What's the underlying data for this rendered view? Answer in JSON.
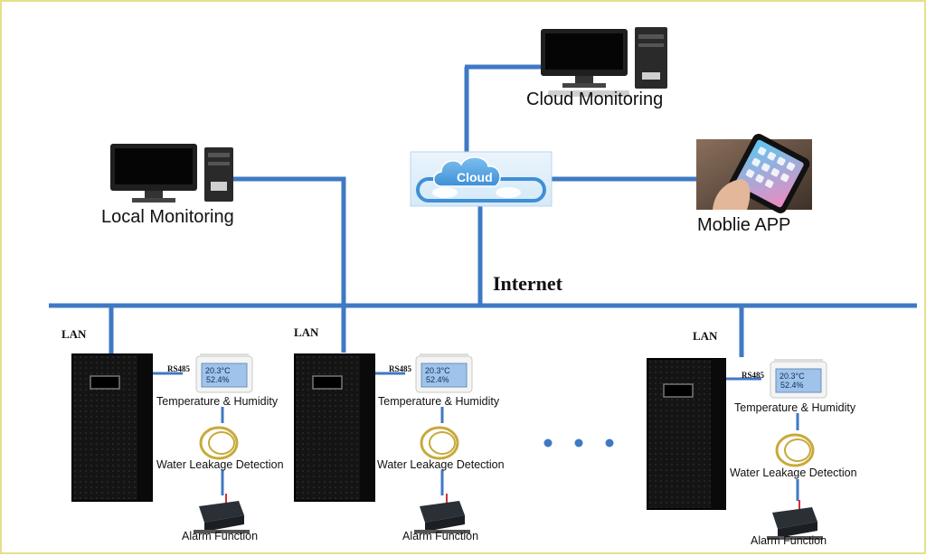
{
  "nodes": {
    "cloud_monitoring": "Cloud Monitoring",
    "local_monitoring": "Local Monitoring",
    "mobile_app": "Moblie APP",
    "cloud": "Cloud",
    "internet": "Internet"
  },
  "sites": [
    {
      "lan": "LAN",
      "rs485": "RS485",
      "display_temp": "20.3°C",
      "display_hum": "52.4%",
      "temp_humidity": "Temperature & Humidity",
      "water_leak": "Water Leakage Detection",
      "alarm": "Alarm Function"
    },
    {
      "lan": "LAN",
      "rs485": "RS485",
      "display_temp": "20.3°C",
      "display_hum": "52.4%",
      "temp_humidity": "Temperature & Humidity",
      "water_leak": "Water Leakage Detection",
      "alarm": "Alarm Function"
    },
    {
      "lan": "LAN",
      "rs485": "RS485",
      "display_temp": "20.3°C",
      "display_hum": "52.4%",
      "temp_humidity": "Temperature & Humidity",
      "water_leak": "Water Leakage Detection",
      "alarm": "Alarm Function"
    }
  ],
  "colors": {
    "link": "#3f79c4",
    "cabinet": "#1a1a1a",
    "cloud": "#5aa9e6",
    "sensor_screen": "#9fc3ea",
    "alarm_device": "#2b2f36",
    "leak_cable": "#c8a93a"
  }
}
